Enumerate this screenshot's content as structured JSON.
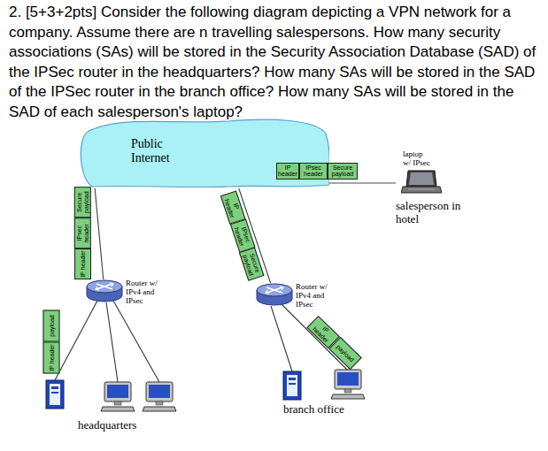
{
  "diagram": {
    "title": "2. [5+3+2pts] Consider the following diagram depicting a VPN network for a company. Assume there are n travelling salespersons. How many security associations (SAs) will be stored in the Security Association Database (SAD) of the IPSec router in the headquarters? How many SAs will be stored in the SAD of the IPSec router in the branch office? How many SAs will be stored in the SAD of each salesperson's laptop?",
    "nodes": [
      {
        "text": [
          "Public Internet"
        ]
      },
      {
        "text": [
          "IP header"
        ]
      },
      {
        "text": [
          "IPsec header"
        ]
      },
      {
        "text": [
          "Secure payload"
        ]
      },
      {
        "text": [
          "laptop w/ IPsec",
          "salesperson in hotel"
        ]
      },
      {
        "text": [
          "Secure payload"
        ]
      },
      {
        "text": [
          "IPsec header"
        ]
      },
      {
        "text": [
          "IP header"
        ]
      },
      {
        "text": [
          "IP header"
        ]
      },
      {
        "text": [
          "IPsec header"
        ]
      },
      {
        "text": [
          "Secure payload"
        ]
      },
      {
        "text": [
          "Router w/ IPv4 and IPsec"
        ]
      },
      {
        "text": [
          "Router w/ IPv4 and IPsec"
        ]
      },
      {
        "text": [
          "payload"
        ]
      },
      {
        "text": [
          "IP header"
        ]
      },
      {
        "text": [
          "IP header"
        ]
      },
      {
        "text": [
          "payload"
        ]
      }
    ],
    "edges": [
      {
        "from": 0,
        "to": 4,
        "arrow": "none"
      },
      {
        "from": 0,
        "to": 11,
        "arrow": "none"
      },
      {
        "from": 0,
        "to": 12,
        "arrow": "none"
      }
    ],
    "labels": [
      "branch office",
      "headquarters"
    ]
  }
}
